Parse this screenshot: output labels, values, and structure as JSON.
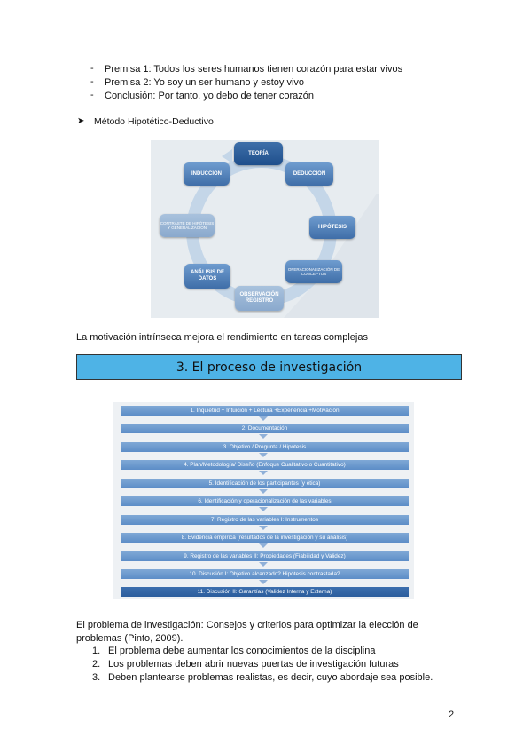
{
  "premises": [
    {
      "marker": "-",
      "text": "Premisa 1: Todos los seres humanos tienen corazón para estar vivos"
    },
    {
      "marker": "-",
      "text": "Premisa 2: Yo soy un ser humano y estoy vivo"
    },
    {
      "marker": "-",
      "text": "Conclusión: Por tanto, yo debo de tener corazón"
    }
  ],
  "method": {
    "bullet": "➤",
    "label": "Método Hipotético-Deductivo"
  },
  "cycle": {
    "nodes": [
      "TEORÍA",
      "DEDUCCIÓN",
      "HIPÓTESIS",
      "OPERACIONALIZACIÓN DE CONCEPTOS",
      "OBSERVACIÓN REGISTRO",
      "ANÁLISIS DE DATOS",
      "CONTRASTE DE HIPÓTESIS Y GENERALIZACIÓN",
      "INDUCCIÓN"
    ]
  },
  "motivation_text": "La motivación intrínseca mejora el rendimiento en tareas complejas",
  "section_title": "3.  El proceso de investigación",
  "steps": [
    "1. Inquietud + Intuición + Lectura +Experiencia +Motivación",
    "2. Documentación",
    "3. Objetivo / Pregunta / Hipótesis",
    "4. Plan/Metodología/ Diseño (Enfoque Cualitativo o Cuantitativo)",
    "5. Identificación de los participantes (y ética)",
    "6. Identificación y operacionalización de las variables",
    "7. Registro de las variables I: Instrumentos",
    "8. Evidencia empírica (resultados de la investigación y su análisis)",
    "9. Registro de las variables II: Propiedades (Fiabilidad y Validez)",
    "10. Discusión I: Objetivo alcanzado? Hipótesis contrastada?",
    "11. Discusión II: Garantías (Validez Interna y Externa)"
  ],
  "problem_intro_line1": "El problema de investigación: Consejos y criterios para optimizar la elección de",
  "problem_intro_line2": "problemas (Pinto, 2009).",
  "problem_list": [
    {
      "num": "1.",
      "text": "El problema debe aumentar los conocimientos de la disciplina"
    },
    {
      "num": "2.",
      "text": "Los problemas deben abrir nuevas puertas de investigación futuras"
    },
    {
      "num": "3.",
      "text": "Deben plantearse problemas realistas, es decir, cuyo abordaje sea posible."
    }
  ],
  "page_number": "2"
}
